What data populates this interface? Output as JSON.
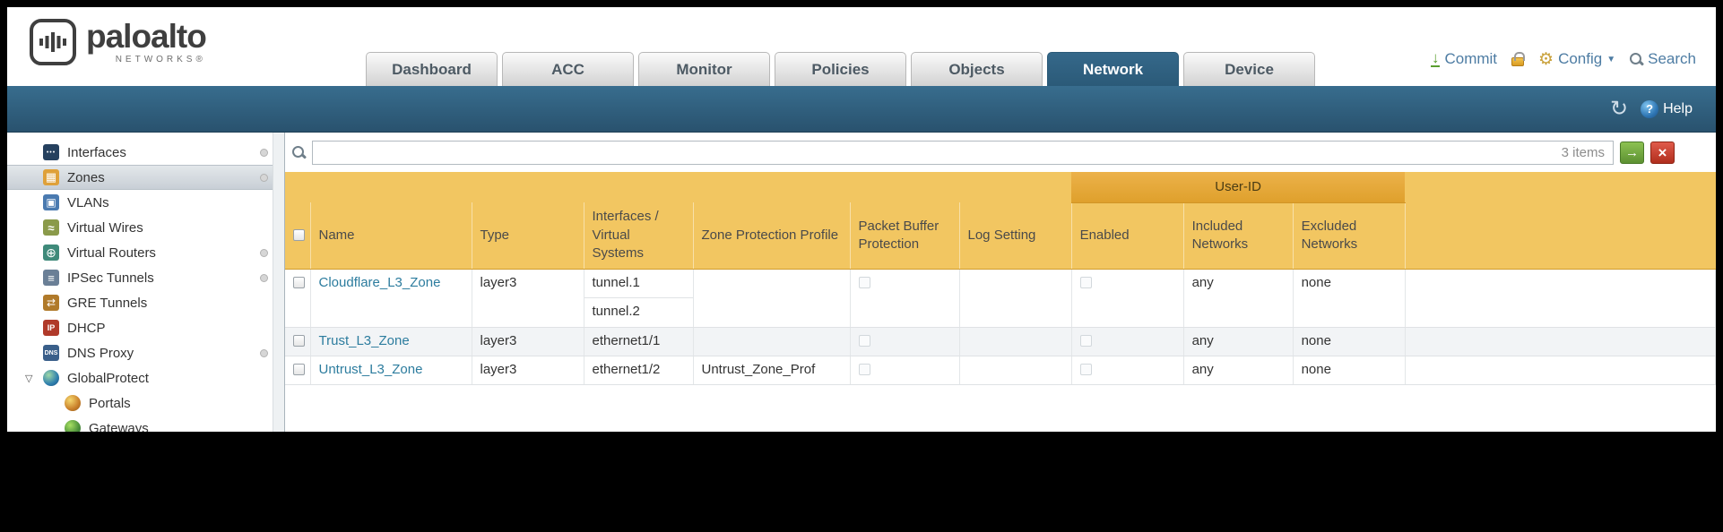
{
  "colors": {
    "accent_teal": "#2d607e",
    "table_header_orange": "#f2c661",
    "table_header_orange_dark": "#e2a52f",
    "link_color": "#2c7c9e"
  },
  "header": {
    "logo": {
      "brand": "paloalto",
      "sub": "NETWORKS®",
      "icon": "paloalto-logo"
    },
    "tabs": [
      {
        "label": "Dashboard",
        "active": false
      },
      {
        "label": "ACC",
        "active": false
      },
      {
        "label": "Monitor",
        "active": false
      },
      {
        "label": "Policies",
        "active": false
      },
      {
        "label": "Objects",
        "active": false
      },
      {
        "label": "Network",
        "active": true
      },
      {
        "label": "Device",
        "active": false
      }
    ],
    "actions": {
      "commit_label": "Commit",
      "config_label": "Config",
      "search_label": "Search",
      "icons": [
        "commit-icon",
        "lock-icon",
        "gear-icon",
        "search-icon"
      ]
    }
  },
  "subheader": {
    "help_label": "Help",
    "help_glyph": "?",
    "refresh_glyph": "↻",
    "icons": [
      "refresh-icon",
      "help-icon"
    ]
  },
  "sidebar": {
    "items": [
      {
        "label": "Interfaces",
        "icon": "interfaces-icon",
        "dot": true
      },
      {
        "label": "Zones",
        "icon": "zones-icon",
        "selected": true,
        "dot": true
      },
      {
        "label": "VLANs",
        "icon": "vlans-icon"
      },
      {
        "label": "Virtual Wires",
        "icon": "virtual-wires-icon"
      },
      {
        "label": "Virtual Routers",
        "icon": "virtual-routers-icon",
        "dot": true
      },
      {
        "label": "IPSec Tunnels",
        "icon": "ipsec-tunnels-icon",
        "dot": true
      },
      {
        "label": "GRE Tunnels",
        "icon": "gre-tunnels-icon"
      },
      {
        "label": "DHCP",
        "icon": "dhcp-icon"
      },
      {
        "label": "DNS Proxy",
        "icon": "dns-proxy-icon",
        "dot": true
      },
      {
        "label": "GlobalProtect",
        "icon": "globalprotect-icon",
        "expandable": true,
        "expander_glyph": "▽"
      },
      {
        "label": "Portals",
        "icon": "portals-icon",
        "child": true
      },
      {
        "label": "Gateways",
        "icon": "gateways-icon",
        "child": true
      }
    ]
  },
  "toolbar": {
    "filter_value": "",
    "items_count": "3 items",
    "go_glyph": "→",
    "clear_glyph": "×"
  },
  "table": {
    "group_header": "User-ID",
    "columns": [
      "Name",
      "Type",
      "Interfaces / Virtual Systems",
      "Zone Protection Profile",
      "Packet Buffer Protection",
      "Log Setting",
      "Enabled",
      "Included Networks",
      "Excluded Networks"
    ],
    "rows": [
      {
        "name": "Cloudflare_L3_Zone",
        "type": "layer3",
        "interfaces": [
          "tunnel.1",
          "tunnel.2"
        ],
        "zone_protection_profile": "",
        "packet_buffer_protection": false,
        "log_setting": "",
        "user_id_enabled": false,
        "included_networks": "any",
        "excluded_networks": "none"
      },
      {
        "name": "Trust_L3_Zone",
        "type": "layer3",
        "interfaces": [
          "ethernet1/1"
        ],
        "zone_protection_profile": "",
        "packet_buffer_protection": false,
        "log_setting": "",
        "user_id_enabled": false,
        "included_networks": "any",
        "excluded_networks": "none"
      },
      {
        "name": "Untrust_L3_Zone",
        "type": "layer3",
        "interfaces": [
          "ethernet1/2"
        ],
        "zone_protection_profile": "Untrust_Zone_Prof",
        "packet_buffer_protection": false,
        "log_setting": "",
        "user_id_enabled": false,
        "included_networks": "any",
        "excluded_networks": "none"
      }
    ]
  }
}
